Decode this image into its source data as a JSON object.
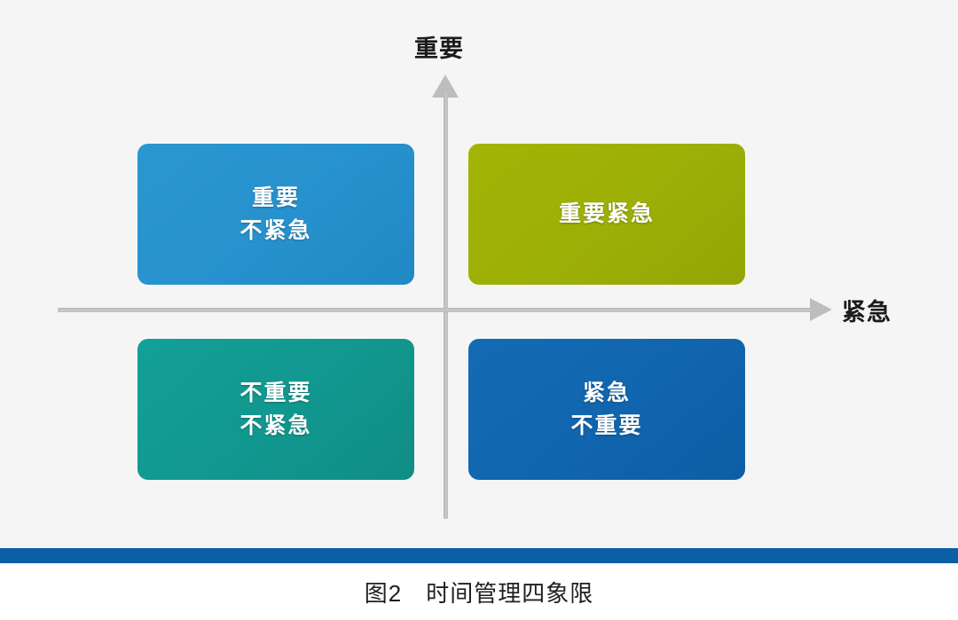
{
  "figure": {
    "background_color": "#f5f5f5",
    "axes": {
      "vertical_label": "重要",
      "horizontal_label": "紧急",
      "axis_color": "#bdbdbd",
      "vertical_arrow_icon": "arrow-up-icon",
      "horizontal_arrow_icon": "arrow-right-icon"
    },
    "quadrants": [
      {
        "id": "important-not-urgent",
        "position": "top-left",
        "lines": [
          "重要",
          "不紧急"
        ],
        "color": "#2691ce",
        "edge_color": "#1f7eb2"
      },
      {
        "id": "important-urgent",
        "position": "top-right",
        "lines": [
          "重要紧急"
        ],
        "color": "#9caf06",
        "edge_color": "#81900a"
      },
      {
        "id": "not-important-not-urgent",
        "position": "bottom-left",
        "lines": [
          "不重要",
          "不紧急"
        ],
        "color": "#11978f",
        "edge_color": "#0d807a"
      },
      {
        "id": "urgent-not-important",
        "position": "bottom-right",
        "lines": [
          "紧急",
          "不重要"
        ],
        "color": "#1065ae",
        "edge_color": "#0c538f"
      }
    ]
  },
  "divider": {
    "color": "#0b5fa5"
  },
  "caption": {
    "text": "图2　时间管理四象限",
    "figure_number": "图2",
    "title": "时间管理四象限"
  }
}
